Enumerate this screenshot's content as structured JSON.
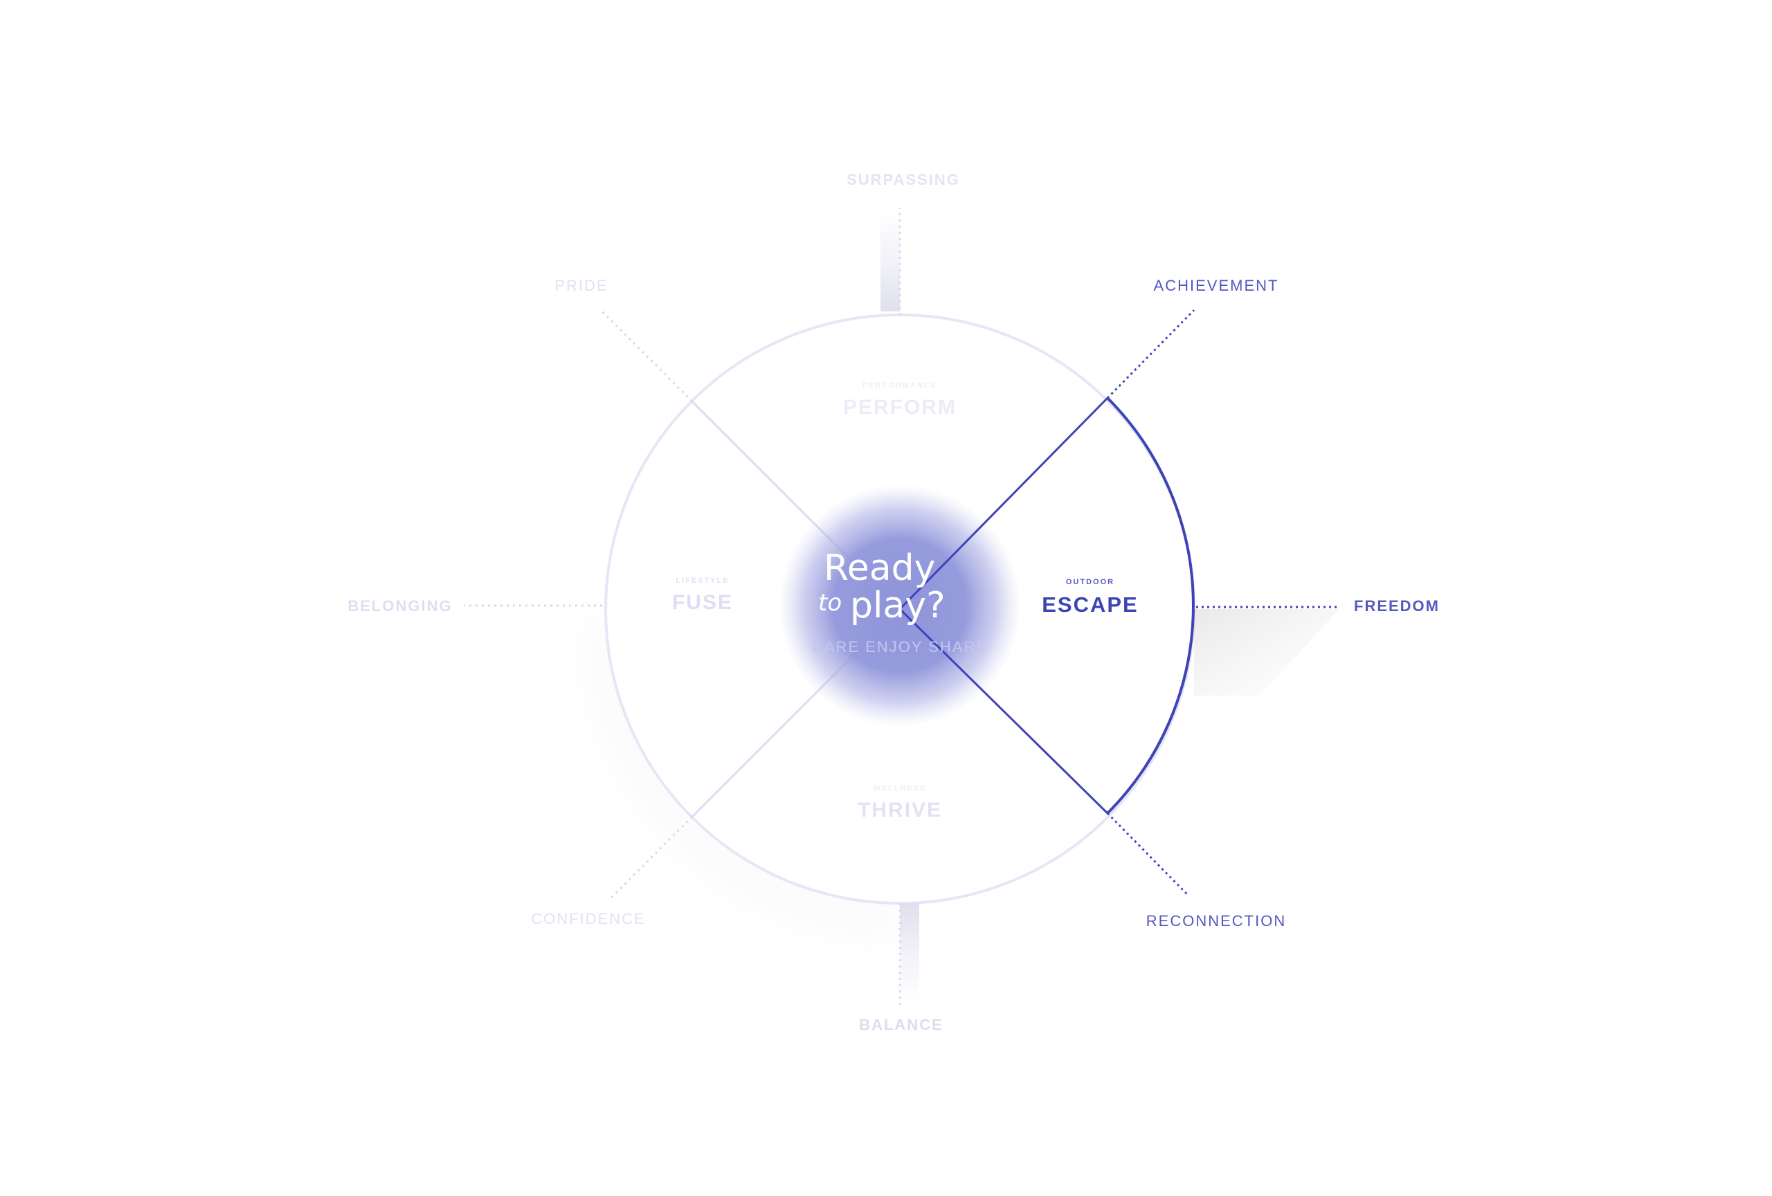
{
  "center": {
    "line1": "Ready",
    "line2_small": "to",
    "line2": "play?",
    "tagline": "DARE ENJOY SHARE"
  },
  "sectors": {
    "perform": {
      "category": "PERFORMANCE",
      "name": "PERFORM"
    },
    "fuse": {
      "category": "LIFESTYLE",
      "name": "FUSE"
    },
    "escape": {
      "category": "OUTDOOR",
      "name": "ESCAPE"
    },
    "thrive": {
      "category": "WELLNESS",
      "name": "THRIVE"
    }
  },
  "values": {
    "surpassing": "SURPASSING",
    "pride": "PRIDE",
    "achievement": "ACHIEVEMENT",
    "belonging": "BELONGING",
    "freedom": "FREEDOM",
    "confidence": "CONFIDENCE",
    "reconnection": "RECONNECTION",
    "balance": "BALANCE"
  },
  "colors": {
    "active": "#3d44b5",
    "active_label": "#5558c0",
    "faded": "#dcdcf2",
    "circle": "#e6e6f6",
    "glow": "#8f94da",
    "background": "#ffffff"
  },
  "active_sector": "escape"
}
